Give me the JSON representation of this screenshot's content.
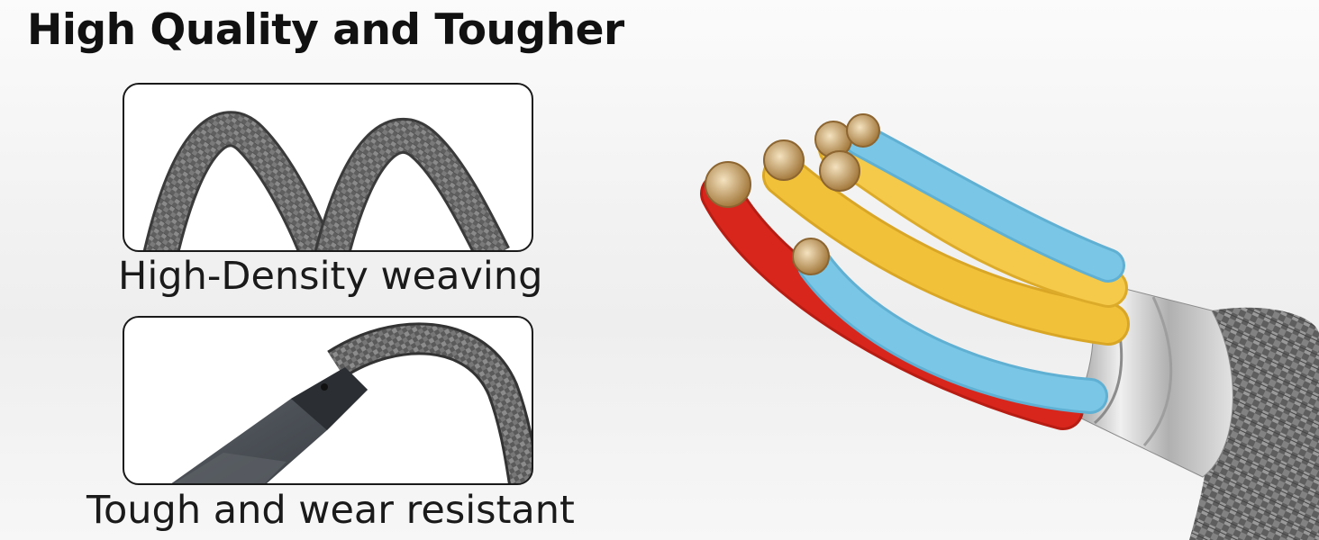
{
  "headline": "High Quality and Tougher",
  "features": [
    {
      "caption": "High-Density weaving",
      "icon": "braided-cable-loops-image"
    },
    {
      "caption": "Tough and wear resistant",
      "icon": "cable-connector-bend-image"
    }
  ],
  "hero": {
    "icon": "cable-cross-section-image"
  },
  "colors": {
    "braid": "#6d6d6d",
    "wire_red": "#d8261c",
    "wire_yellow": "#f2c13a",
    "wire_blue": "#79c6e6",
    "copper": "#c9a16a",
    "ferrule": "#c8c8c8"
  }
}
